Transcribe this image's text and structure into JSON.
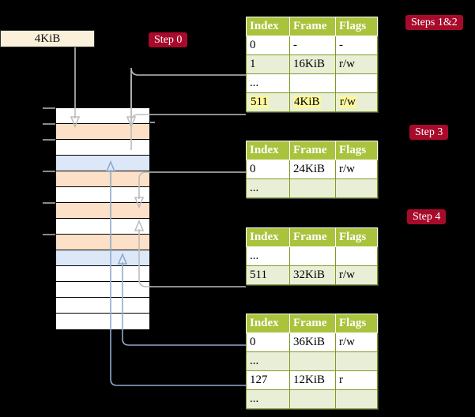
{
  "source_box": {
    "label": "4KiB"
  },
  "badges": [
    {
      "name": "steps-1-2",
      "label": "Steps 1&2"
    },
    {
      "name": "step-0",
      "label": "Step 0"
    },
    {
      "name": "step-3",
      "label": "Step 3"
    },
    {
      "name": "step-4",
      "label": "Step 4"
    }
  ],
  "memory": {
    "rows": [
      {
        "fill": "white"
      },
      {
        "fill": "orange"
      },
      {
        "fill": "white"
      },
      {
        "fill": "blue"
      },
      {
        "fill": "orange"
      },
      {
        "fill": "white"
      },
      {
        "fill": "orange"
      },
      {
        "fill": "white"
      },
      {
        "fill": "orange"
      },
      {
        "fill": "blue"
      },
      {
        "fill": "white"
      },
      {
        "fill": "white"
      },
      {
        "fill": "white"
      },
      {
        "fill": "white"
      }
    ],
    "colors": {
      "orange": "#FCE0C8",
      "blue": "#DCE8F7",
      "white": "#FFFFFF"
    }
  },
  "table_headers": [
    "Index",
    "Frame",
    "Flags"
  ],
  "tables": [
    {
      "name": "page-table-level-1",
      "rows": [
        {
          "index": "0",
          "frame": "-",
          "flags": "-",
          "shade": "plain",
          "highlight": false
        },
        {
          "index": "1",
          "frame": "16KiB",
          "flags": "r/w",
          "shade": "alt",
          "highlight": false
        },
        {
          "index": "...",
          "frame": "",
          "flags": "",
          "shade": "plain",
          "highlight": false
        },
        {
          "index": "511",
          "frame": "4KiB",
          "flags": "r/w",
          "shade": "alt",
          "highlight": true
        }
      ]
    },
    {
      "name": "page-table-level-2",
      "rows": [
        {
          "index": "0",
          "frame": "24KiB",
          "flags": "r/w",
          "shade": "plain",
          "highlight": false
        },
        {
          "index": "...",
          "frame": "",
          "flags": "",
          "shade": "alt",
          "highlight": false
        }
      ]
    },
    {
      "name": "page-table-level-3",
      "rows": [
        {
          "index": "...",
          "frame": "",
          "flags": "",
          "shade": "plain",
          "highlight": false
        },
        {
          "index": "511",
          "frame": "32KiB",
          "flags": "r/w",
          "shade": "alt",
          "highlight": false
        }
      ]
    },
    {
      "name": "page-table-level-4",
      "rows": [
        {
          "index": "0",
          "frame": "36KiB",
          "flags": "r/w",
          "shade": "plain",
          "highlight": false
        },
        {
          "index": "...",
          "frame": "",
          "flags": "",
          "shade": "alt",
          "highlight": false
        },
        {
          "index": "127",
          "frame": "12KiB",
          "flags": "r",
          "shade": "plain",
          "highlight": false
        },
        {
          "index": "...",
          "frame": "",
          "flags": "",
          "shade": "alt",
          "highlight": false
        }
      ]
    }
  ],
  "colors": {
    "badge_bg": "#A80A2B",
    "header_bg": "#A9C33C",
    "row_alt_bg": "#E9EFD6",
    "highlight": "#FBF7A0",
    "source_bg": "#FBF0D9",
    "wire_gray": "#BDBDBD",
    "wire_blue": "#8FAACC"
  }
}
